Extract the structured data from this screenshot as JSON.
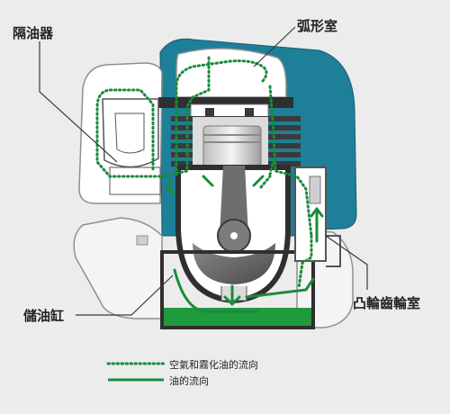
{
  "labels": {
    "separator": "隔油器",
    "dome_chamber": "弧形室",
    "oil_reservoir": "儲油缸",
    "cam_gear_chamber": "凸輪齒輪室"
  },
  "legend": {
    "air_oil_mist": "空氣和霧化油的流向",
    "oil_flow": "油的流向"
  },
  "colors": {
    "background": "#ececec",
    "housing_blue": "#1e7f98",
    "outline_gray": "#9b9b9b",
    "dark_metal": "#3a3a3a",
    "flow_green": "#1a8c3a",
    "oil_green": "#1f9a3d"
  }
}
